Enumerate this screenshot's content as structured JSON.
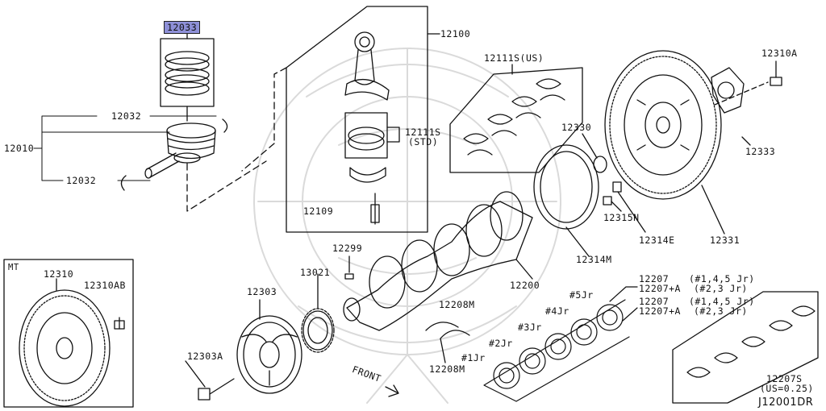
{
  "colors": {
    "line": "#111111",
    "highlight": "#8e90d8",
    "watermark": "#d9d9d9"
  },
  "labels": {
    "piston_ring_set": "12033",
    "snap_ring_upper": "12032",
    "piston_assy": "12010",
    "snap_ring_lower": "12032",
    "conrod_assy": "12100",
    "bearing_std": "12111S",
    "bearing_std_note": "(STD)",
    "conrod_bolt": "12109",
    "bearing_us_set": "12111S(US)",
    "flywheel_bolt": "12310A",
    "pilot_bushing": "12330",
    "reinforcement_plate": "12333",
    "flywheel_bolt_b": "12315N",
    "plate_e": "12314E",
    "drive_plate": "12331",
    "sensor_plate": "12314M",
    "crankshaft": "12200",
    "key": "12299",
    "sprocket": "13021",
    "pulley": "12303",
    "pulley_bolt": "12303A",
    "main_bearing_a": "12207",
    "main_bearing_a_note": "(#1,4,5 Jr)",
    "main_bearing_b": "12207+A",
    "main_bearing_b_note": "(#2,3 Jr)",
    "main_bearing_c": "12207",
    "main_bearing_c_note": "(#1,4,5 Jr)",
    "main_bearing_d": "12207+A",
    "main_bearing_d_note": "(#2,3 Jr)",
    "jr5": "#5Jr",
    "jr4": "#4Jr",
    "jr3": "#3Jr",
    "jr2": "#2Jr",
    "jr1": "#1Jr",
    "thrust_upper": "12208M",
    "thrust_lower": "12208M",
    "main_us_set": "12207S",
    "main_us_note": "(US=0.25)",
    "front": "FRONT",
    "mt_box_title": "MT",
    "mt_flywheel": "12310",
    "mt_flywheel_bolt": "12310AB",
    "diagram_code": "J12001DR"
  }
}
